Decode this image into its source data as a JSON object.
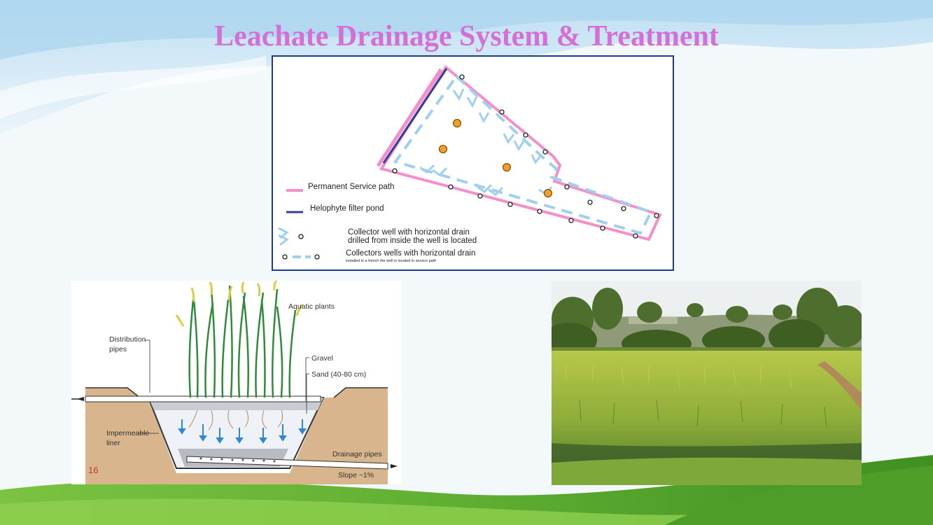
{
  "slide": {
    "title": "Leachate Drainage System & Treatment",
    "page_number": "16"
  },
  "site_plan": {
    "legend": {
      "service_path": "Permanent Service path",
      "filter_pond": "Helophyte filter pond",
      "collector_well_line1": "Collector well with horizontal drain",
      "collector_well_line2": "drilled from inside the well is located",
      "collectors_wells": "Collectors wells with horizontal drain",
      "collectors_wells_note": "installed in a trench the well is  located in service path"
    },
    "colors": {
      "service_path": "#f48fc8",
      "filter_pond": "#2f3fa0",
      "drain": "#9fd0f0",
      "well_marker": "#f0a020"
    }
  },
  "wetland_diagram": {
    "labels": {
      "aquatic_plants": "Aquatic plants",
      "distribution_pipes_1": "Distribution",
      "distribution_pipes_2": "pipes",
      "gravel": "Gravel",
      "sand": "Sand (40-80 cm)",
      "liner_1": "Impermeable",
      "liner_2": "liner",
      "drainage_pipes": "Drainage pipes",
      "slope": "Slope ~1%"
    }
  },
  "photo": {
    "subject": "reed-bed-photo"
  }
}
